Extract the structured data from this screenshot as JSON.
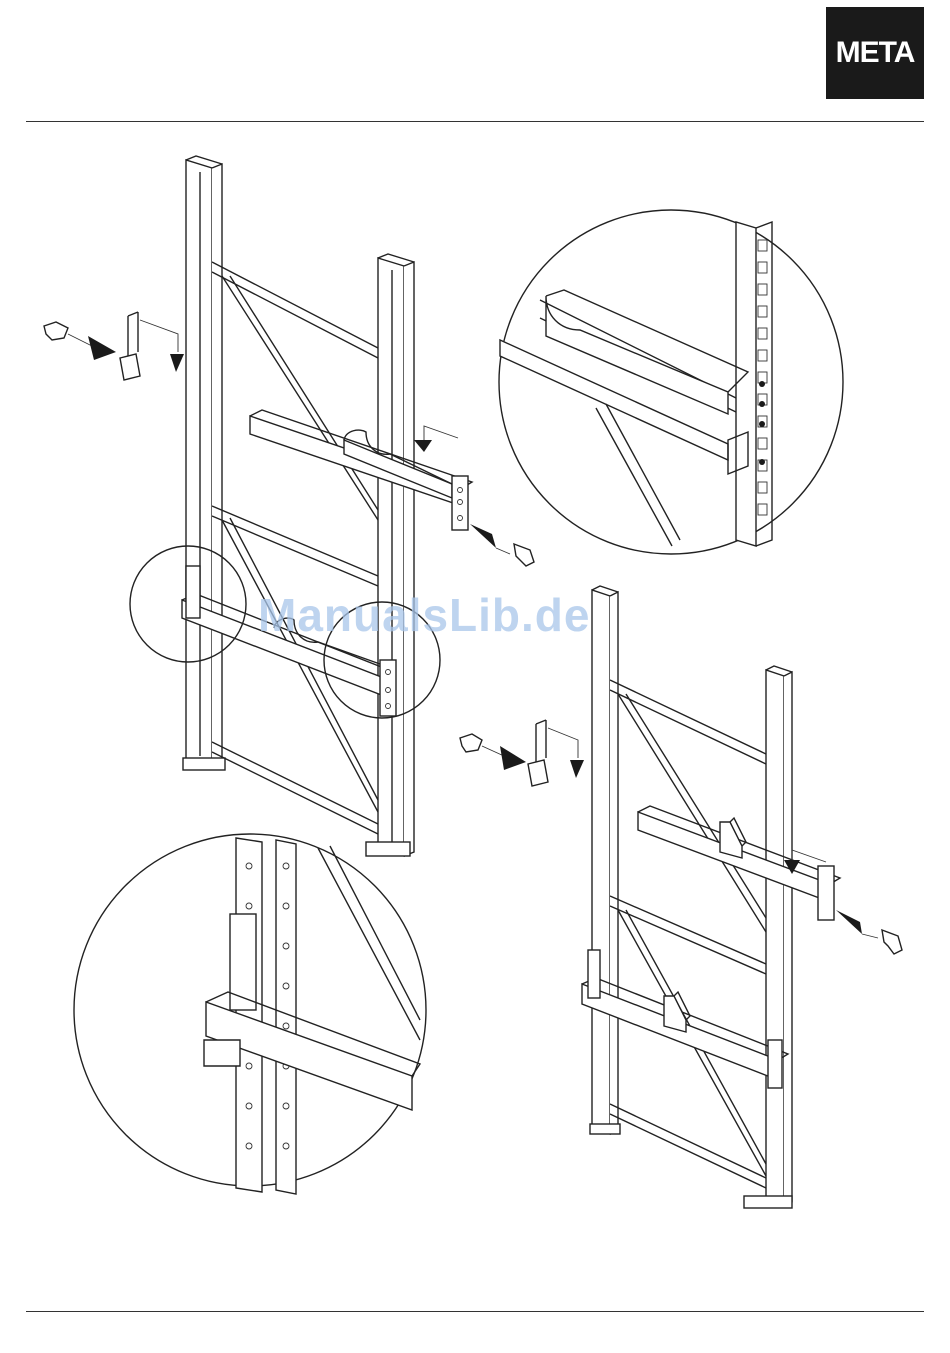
{
  "header": {
    "logo_text": "META"
  },
  "watermark": {
    "text": "ManualsLib.de"
  },
  "colors": {
    "logo_background": "#1a1a1a",
    "line": "#222222",
    "watermark": "#a9c6ea"
  },
  "icons": [
    "clip-icon",
    "arrow-icon",
    "detail-magnifier-circle"
  ]
}
